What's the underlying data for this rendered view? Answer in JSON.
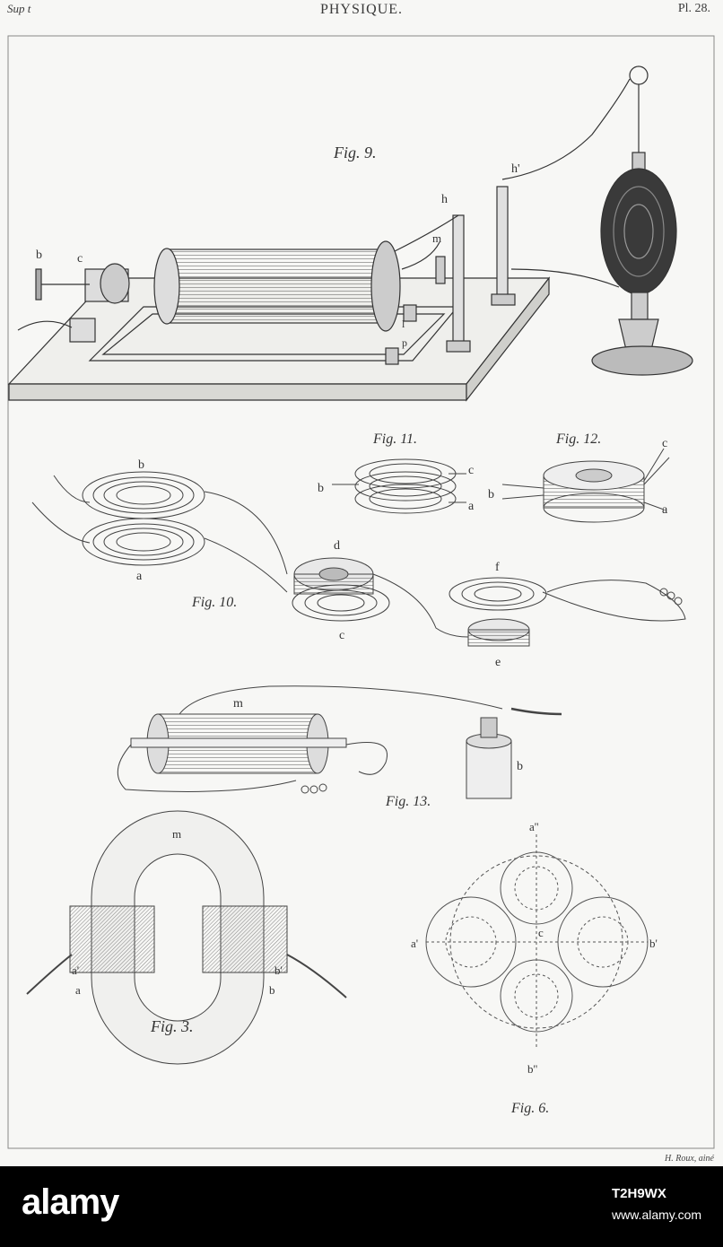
{
  "header": {
    "left": "Sup t",
    "center": "PHYSIQUE.",
    "right": "Pl. 28."
  },
  "credit": "H. Roux, ainé",
  "figures": {
    "fig9": {
      "title": "Fig. 9.",
      "letters": [
        "b",
        "c",
        "h",
        "h'",
        "m",
        "l",
        "p"
      ]
    },
    "fig10": {
      "title": "Fig. 10.",
      "letters": [
        "a",
        "b",
        "c",
        "d",
        "e",
        "f"
      ]
    },
    "fig11": {
      "title": "Fig. 11.",
      "letters": [
        "b",
        "c",
        "a"
      ]
    },
    "fig12": {
      "title": "Fig. 12.",
      "letters": [
        "b",
        "c",
        "a"
      ]
    },
    "fig13": {
      "title": "Fig. 13.",
      "letters": [
        "m",
        "b"
      ]
    },
    "fig3": {
      "title": "Fig. 3.",
      "letters": [
        "m",
        "a'",
        "a",
        "b'",
        "b"
      ]
    },
    "fig6": {
      "title": "Fig. 6.",
      "letters": [
        "a''",
        "a'",
        "c",
        "b'",
        "b''"
      ]
    }
  },
  "watermark": {
    "logo": "alamy",
    "image_id": "T2H9WX",
    "site": "www.alamy.com"
  }
}
